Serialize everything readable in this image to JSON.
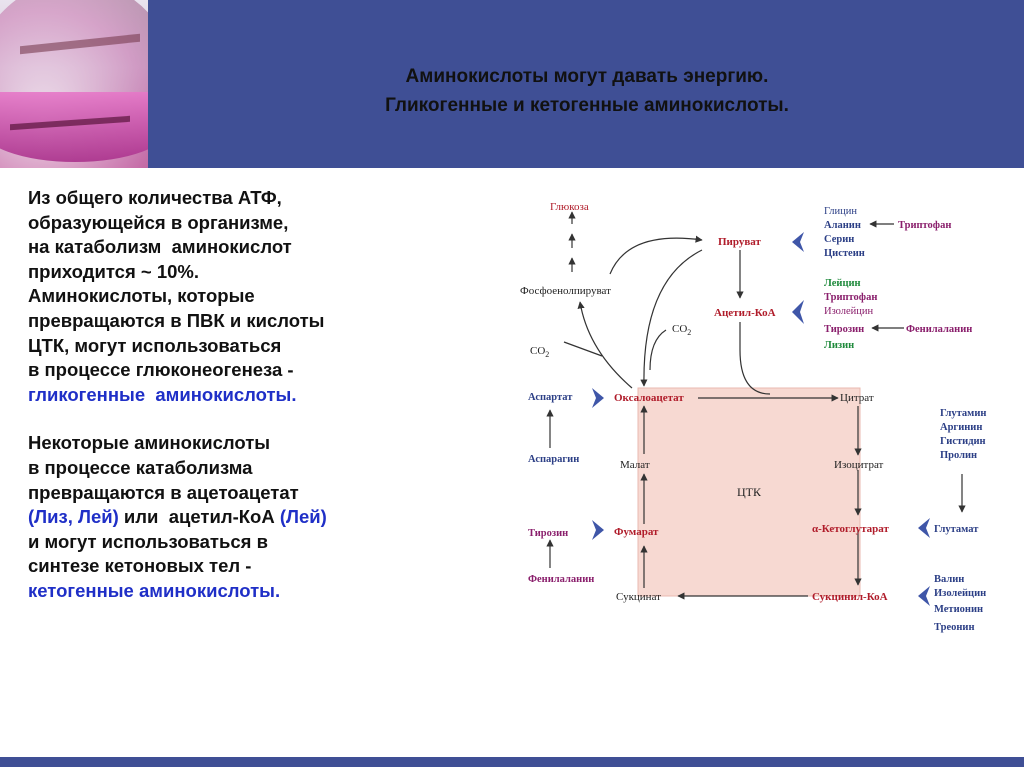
{
  "title": {
    "line1": "Аминокислоты могут давать энергию.",
    "line2": "Гликогенные и кетогенные аминокислоты."
  },
  "body_text": {
    "p1": [
      {
        "text": "Из общего количества АТФ,",
        "color": "black"
      },
      {
        "text": "образующейся в организме,",
        "color": "black"
      },
      {
        "text": "на катаболизм  аминокислот",
        "color": "black"
      },
      {
        "text": "приходится ~ 10%.",
        "color": "black"
      },
      {
        "text": "Аминокислоты, которые",
        "color": "black"
      },
      {
        "text": "превращаются в ПВК и кислоты",
        "color": "black"
      },
      {
        "text": "ЦТК, могут использоваться",
        "color": "black"
      },
      {
        "text": "в процессе глюконеогенеза -",
        "color": "black"
      },
      {
        "text": "гликогенные  аминокислоты.",
        "color": "blue"
      }
    ],
    "p2_line1": "Некоторые аминокислоты",
    "p2_line2": "в процессе катаболизма",
    "p2_line3": "превращаются в ацетоацетат",
    "p2_line4_a": "(Лиз, Лей)",
    "p2_line4_b": " или  ацетил-КоА ",
    "p2_line4_c": "(Лей)",
    "p2_line5": "и могут использоваться в",
    "p2_line6": "синтезе кетоновых тел -",
    "p2_line7": "кетогенные аминокислоты."
  },
  "diagram": {
    "glucose": "Глюкоза",
    "pyruvate": "Пируват",
    "pep": "Фосфоенолпируват",
    "acetyl_coa": "Ацетил-КоА",
    "co2_a": "CO",
    "co2_a_sub": "2",
    "co2_b": "CO",
    "co2_b_sub": "2",
    "oxaloacetate": "Оксалоацетат",
    "citrate": "Цитрат",
    "malate": "Малат",
    "isocitrate": "Изоцитрат",
    "tca": "ЦТК",
    "fumarate": "Фумарат",
    "akg": "α-Кетоглутарат",
    "succinate": "Сукцинат",
    "succinyl_coa": "Сукцинил-КоА",
    "aspartate": "Аспартат",
    "asparagine": "Аспарагин",
    "tyrosine_l": "Тирозин",
    "phenylalanine_l": "Фенилаланин",
    "glutamate": "Глутамат",
    "pyruvate_group": [
      "Глицин",
      "Аланин",
      "Серин",
      "Цистеин"
    ],
    "tryptophan_1": "Триптофан",
    "acetyl_group": [
      "Лейцин",
      "Триптофан",
      "Изолейцин"
    ],
    "acetyl_group_b": [
      "Тирозин",
      "Лизин"
    ],
    "phenylalanine_r": "Фенилаланин",
    "glutamate_group": [
      "Глутамин",
      "Аргинин",
      "Гистидин",
      "Пролин"
    ],
    "succinyl_group": [
      "Валин",
      "Изолейцин",
      "Метионин",
      "Треонин"
    ]
  },
  "colors": {
    "header": "#3f4f95",
    "tca_box": "#f7d9d2",
    "dark_red": "#b01c2a",
    "blue_text": "#1f2fc7",
    "aa_blue": "#2c3f86",
    "aa_green": "#1f8a3c",
    "aa_purple": "#8a1f6c",
    "chevron": "#3f56a8"
  }
}
